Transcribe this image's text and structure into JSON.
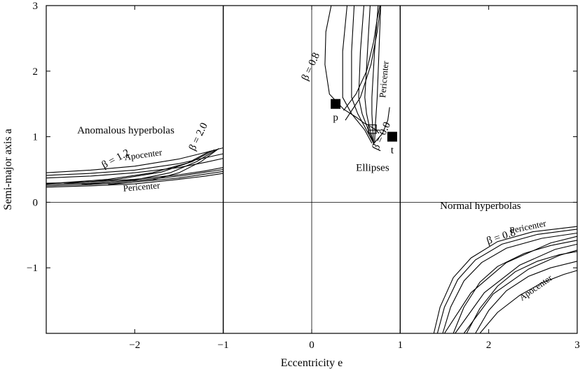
{
  "chart_data": {
    "type": "line",
    "xlabel": "Eccentricity e",
    "ylabel": "Semi-major axis a",
    "xlim": [
      -3,
      3
    ],
    "ylim": [
      -2,
      3
    ],
    "x_ticks": [
      {
        "value": -2,
        "label": "−2"
      },
      {
        "value": -1,
        "label": "−1"
      },
      {
        "value": 0,
        "label": "0"
      },
      {
        "value": 1,
        "label": "1"
      },
      {
        "value": 2,
        "label": "2"
      },
      {
        "value": 3,
        "label": "3"
      }
    ],
    "y_ticks": [
      {
        "value": -1,
        "label": "−1"
      },
      {
        "value": 0,
        "label": "0"
      },
      {
        "value": 1,
        "label": "1"
      },
      {
        "value": 2,
        "label": "2"
      },
      {
        "value": 3,
        "label": "3"
      }
    ],
    "grid": false,
    "reference_lines": {
      "vertical": [
        -1,
        1
      ],
      "zero_lines": true
    },
    "regions": [
      {
        "label": "Anomalous hyperbolas",
        "x": -2.65,
        "y": 1.05
      },
      {
        "label": "Ellipses",
        "x": 0.5,
        "y": 0.48
      },
      {
        "label": "Normal hyperbolas",
        "x": 1.45,
        "y": -0.1
      }
    ],
    "annotations": [
      {
        "text": "β = 1.2",
        "x": -2.2,
        "y": 0.62,
        "angle": -28
      },
      {
        "text": "β = 2.0",
        "x": -1.25,
        "y": 0.98,
        "angle": -64
      },
      {
        "text": "Apocenter",
        "x": -1.9,
        "y": 0.68,
        "angle": -8,
        "size": "small"
      },
      {
        "text": "Pericenter",
        "x": -1.92,
        "y": 0.19,
        "angle": -5,
        "size": "small"
      },
      {
        "text": "β = 0.8",
        "x": 0.02,
        "y": 2.05,
        "angle": -65
      },
      {
        "text": "Pericenter",
        "x": 0.85,
        "y": 1.87,
        "angle": -85,
        "size": "small"
      },
      {
        "text": "β = 0.0",
        "x": 0.82,
        "y": 0.99,
        "angle": -65
      },
      {
        "text": "β = 0.8",
        "x": 2.15,
        "y": -0.57,
        "angle": -18
      },
      {
        "text": "Pericenter",
        "x": 2.45,
        "y": -0.42,
        "angle": -12,
        "size": "small"
      },
      {
        "text": "Apocenter",
        "x": 2.55,
        "y": -1.34,
        "angle": -35,
        "size": "small"
      }
    ],
    "markers": [
      {
        "label": "p",
        "x": 0.27,
        "y": 1.5
      },
      {
        "label": "t",
        "x": 0.91,
        "y": 1.0
      }
    ],
    "series": [
      {
        "group": "anomalous",
        "x": [
          -3,
          -2.5,
          -2,
          -1.5,
          -1.2,
          -1
        ],
        "y": [
          0.45,
          0.49,
          0.55,
          0.66,
          0.76,
          0.83
        ]
      },
      {
        "group": "anomalous",
        "x": [
          -3,
          -2.5,
          -2,
          -1.5,
          -1.2,
          -1
        ],
        "y": [
          0.41,
          0.44,
          0.49,
          0.59,
          0.68,
          0.74
        ]
      },
      {
        "group": "anomalous",
        "x": [
          -3,
          -2.5,
          -2,
          -1.5,
          -1.2,
          -1
        ],
        "y": [
          0.37,
          0.4,
          0.45,
          0.53,
          0.61,
          0.67
        ]
      },
      {
        "group": "anomalous",
        "x": [
          -3,
          -2.5,
          -2,
          -1.5,
          -1.2,
          -1
        ],
        "y": [
          0.29,
          0.31,
          0.35,
          0.42,
          0.48,
          0.53
        ]
      },
      {
        "group": "anomalous",
        "x": [
          -3,
          -2.5,
          -2,
          -1.5,
          -1.2,
          -1
        ],
        "y": [
          0.27,
          0.29,
          0.33,
          0.4,
          0.46,
          0.5
        ]
      },
      {
        "group": "anomalous",
        "x": [
          -3,
          -2.5,
          -2,
          -1.5,
          -1.2,
          -1
        ],
        "y": [
          0.25,
          0.27,
          0.31,
          0.37,
          0.43,
          0.47
        ]
      },
      {
        "group": "anomalous",
        "x": [
          -3,
          -2.5,
          -2,
          -1.5,
          -1.2,
          -1
        ],
        "y": [
          0.23,
          0.25,
          0.28,
          0.35,
          0.4,
          0.44
        ]
      },
      {
        "group": "anomalous",
        "x": [
          -3,
          -2.3,
          -1.8,
          -1.4,
          -1.15
        ],
        "y": [
          0.28,
          0.35,
          0.45,
          0.6,
          0.78
        ]
      },
      {
        "group": "anomalous",
        "x": [
          -2.8,
          -2.2,
          -1.7,
          -1.35,
          -1.1
        ],
        "y": [
          0.28,
          0.35,
          0.46,
          0.62,
          0.8
        ]
      },
      {
        "group": "anomalous",
        "x": [
          -2.6,
          -2.0,
          -1.6,
          -1.3,
          -1.08
        ],
        "y": [
          0.27,
          0.34,
          0.45,
          0.62,
          0.8
        ]
      },
      {
        "group": "anomalous",
        "x": [
          -2.3,
          -1.8,
          -1.5,
          -1.25,
          -1.05
        ],
        "y": [
          0.27,
          0.34,
          0.45,
          0.62,
          0.82
        ]
      },
      {
        "group": "ellipse",
        "x": [
          0.64,
          0.6,
          0.5,
          0.36,
          0.2,
          0.15,
          0.16,
          0.22
        ],
        "y": [
          1.18,
          1.2,
          1.3,
          1.42,
          1.65,
          2.1,
          2.6,
          3.0
        ]
      },
      {
        "group": "ellipse",
        "x": [
          0.68,
          0.6,
          0.45,
          0.35,
          0.35,
          0.4
        ],
        "y": [
          0.9,
          1.1,
          1.35,
          1.6,
          2.3,
          3.0
        ]
      },
      {
        "group": "ellipse",
        "x": [
          0.7,
          0.62,
          0.52,
          0.45,
          0.45,
          0.48
        ],
        "y": [
          0.9,
          1.1,
          1.35,
          1.6,
          2.3,
          3.0
        ]
      },
      {
        "group": "ellipse",
        "x": [
          0.7,
          0.64,
          0.57,
          0.53,
          0.55,
          0.59
        ],
        "y": [
          0.9,
          1.1,
          1.35,
          1.6,
          2.3,
          3.0
        ]
      },
      {
        "group": "ellipse",
        "x": [
          0.7,
          0.66,
          0.62,
          0.6,
          0.63,
          0.66
        ],
        "y": [
          0.9,
          1.1,
          1.35,
          1.6,
          2.3,
          3.0
        ]
      },
      {
        "group": "ellipse",
        "x": [
          0.7,
          0.69,
          0.68,
          0.68,
          0.71,
          0.75
        ],
        "y": [
          0.9,
          1.1,
          1.35,
          1.6,
          2.3,
          3.0
        ]
      },
      {
        "group": "ellipse",
        "x": [
          0.71,
          0.72,
          0.74,
          0.76,
          0.78
        ],
        "y": [
          0.9,
          1.2,
          1.6,
          2.3,
          3.0
        ]
      },
      {
        "group": "ellipse",
        "x": [
          0.36,
          0.5,
          0.62,
          0.7,
          0.74,
          0.77
        ],
        "y": [
          1.4,
          1.65,
          2.0,
          2.45,
          2.8,
          3.0
        ]
      },
      {
        "group": "ellipse",
        "x": [
          0.38,
          0.55,
          0.67,
          0.74,
          0.78
        ],
        "y": [
          1.25,
          1.6,
          2.1,
          2.6,
          3.0
        ]
      },
      {
        "group": "ellipse",
        "x": [
          0.69,
          0.8,
          0.86,
          0.88
        ],
        "y": [
          0.88,
          1.05,
          1.25,
          1.45
        ]
      },
      {
        "group": "ellipse",
        "x": [
          0.64,
          0.64,
          0.73,
          0.73,
          0.64
        ],
        "y": [
          1.18,
          1.05,
          1.05,
          1.18,
          1.18
        ]
      },
      {
        "group": "ellipse",
        "x": [
          0.66,
          0.73,
          0.76
        ],
        "y": [
          1.16,
          1.1,
          1.05
        ]
      },
      {
        "group": "ellipse",
        "x": [
          0.64,
          0.71,
          0.76,
          0.77
        ],
        "y": [
          1.1,
          1.1,
          1.1,
          1.1
        ]
      },
      {
        "group": "normal",
        "x": [
          1.38,
          1.45,
          1.6,
          1.8,
          2.1,
          2.5,
          3.0
        ],
        "y": [
          -2.0,
          -1.6,
          -1.15,
          -0.85,
          -0.6,
          -0.45,
          -0.37
        ]
      },
      {
        "group": "normal",
        "x": [
          1.42,
          1.5,
          1.65,
          1.85,
          2.15,
          2.55,
          3.0
        ],
        "y": [
          -2.0,
          -1.6,
          -1.18,
          -0.88,
          -0.64,
          -0.49,
          -0.41
        ]
      },
      {
        "group": "normal",
        "x": [
          1.48,
          1.57,
          1.72,
          1.92,
          2.2,
          2.6,
          3.0
        ],
        "y": [
          -2.0,
          -1.6,
          -1.2,
          -0.92,
          -0.7,
          -0.55,
          -0.47
        ]
      },
      {
        "group": "normal",
        "x": [
          1.6,
          1.72,
          1.9,
          2.1,
          2.4,
          2.7,
          3.0
        ],
        "y": [
          -2.0,
          -1.6,
          -1.22,
          -0.98,
          -0.78,
          -0.66,
          -0.58
        ]
      },
      {
        "group": "normal",
        "x": [
          1.75,
          1.9,
          2.1,
          2.3,
          2.55,
          2.8,
          3.0
        ],
        "y": [
          -2.0,
          -1.62,
          -1.28,
          -1.06,
          -0.9,
          -0.8,
          -0.75
        ]
      },
      {
        "group": "normal",
        "x": [
          1.85,
          2.0,
          2.2,
          2.45,
          2.7,
          3.0
        ],
        "y": [
          -2.0,
          -1.65,
          -1.35,
          -1.13,
          -1.0,
          -0.9
        ]
      },
      {
        "group": "normal",
        "x": [
          1.9,
          2.1,
          2.35,
          2.6,
          2.85,
          3.0
        ],
        "y": [
          -2.0,
          -1.68,
          -1.42,
          -1.23,
          -1.1,
          -1.04
        ]
      },
      {
        "group": "normal",
        "x": [
          1.5,
          1.8,
          2.2,
          2.7,
          3.0
        ],
        "y": [
          -2.0,
          -1.38,
          -0.92,
          -0.62,
          -0.52
        ]
      },
      {
        "group": "normal",
        "x": [
          1.62,
          1.95,
          2.35,
          2.75,
          3.0
        ],
        "y": [
          -2.0,
          -1.38,
          -0.96,
          -0.72,
          -0.64
        ]
      },
      {
        "group": "normal",
        "x": [
          1.72,
          2.05,
          2.45,
          2.8,
          3.0
        ],
        "y": [
          -2.0,
          -1.4,
          -1.02,
          -0.81,
          -0.73
        ]
      }
    ]
  }
}
